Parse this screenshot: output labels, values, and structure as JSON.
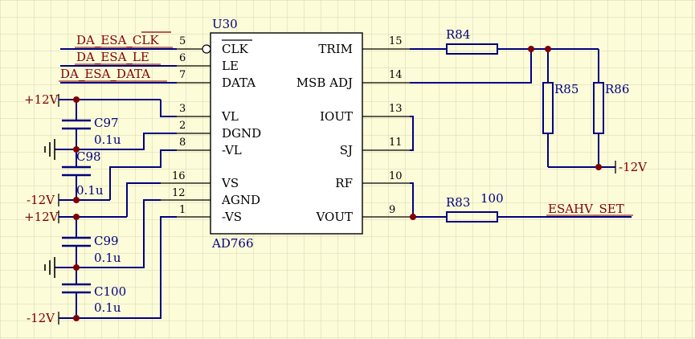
{
  "chip": {
    "designator": "U30",
    "part": "AD766",
    "left_pins": [
      {
        "num": "5",
        "name": "CLK",
        "overbar": true
      },
      {
        "num": "6",
        "name": "LE"
      },
      {
        "num": "7",
        "name": "DATA"
      },
      {
        "num": "3",
        "name": "VL"
      },
      {
        "num": "2",
        "name": "DGND"
      },
      {
        "num": "8",
        "name": "-VL"
      },
      {
        "num": "16",
        "name": "VS"
      },
      {
        "num": "12",
        "name": "AGND"
      },
      {
        "num": "1",
        "name": "-VS"
      }
    ],
    "right_pins": [
      {
        "num": "15",
        "name": "TRIM"
      },
      {
        "num": "14",
        "name": "MSB ADJ"
      },
      {
        "num": "13",
        "name": "IOUT"
      },
      {
        "num": "11",
        "name": "SJ"
      },
      {
        "num": "10",
        "name": "RF"
      },
      {
        "num": "9",
        "name": "VOUT"
      }
    ]
  },
  "nets": {
    "clk": "DA_ESA_CLK",
    "clk_bar": "CLK",
    "le": "DA_ESA_LE",
    "data": "DA_ESA_DATA",
    "out": "ESAHV_SET"
  },
  "power": {
    "p12_a": "+12V",
    "m12_a": "-12V",
    "p12_b": "+12V",
    "m12_b": "-12V",
    "m12_r": "-12V"
  },
  "components": {
    "c97": {
      "ref": "C97",
      "value": "0.1u"
    },
    "c98": {
      "ref": "C98",
      "value": "0.1u"
    },
    "c99": {
      "ref": "C99",
      "value": "0.1u"
    },
    "c100": {
      "ref": "C100",
      "value": "0.1u"
    },
    "r83": {
      "ref": "R83",
      "value": "100"
    },
    "r84": {
      "ref": "R84"
    },
    "r85": {
      "ref": "R85"
    },
    "r86": {
      "ref": "R86"
    }
  },
  "colors": {
    "background": "#fcfcd9",
    "grid": "#d8d3b5",
    "wire": "#000080",
    "net_label": "#800000",
    "chip_fill": "#ffffff"
  }
}
